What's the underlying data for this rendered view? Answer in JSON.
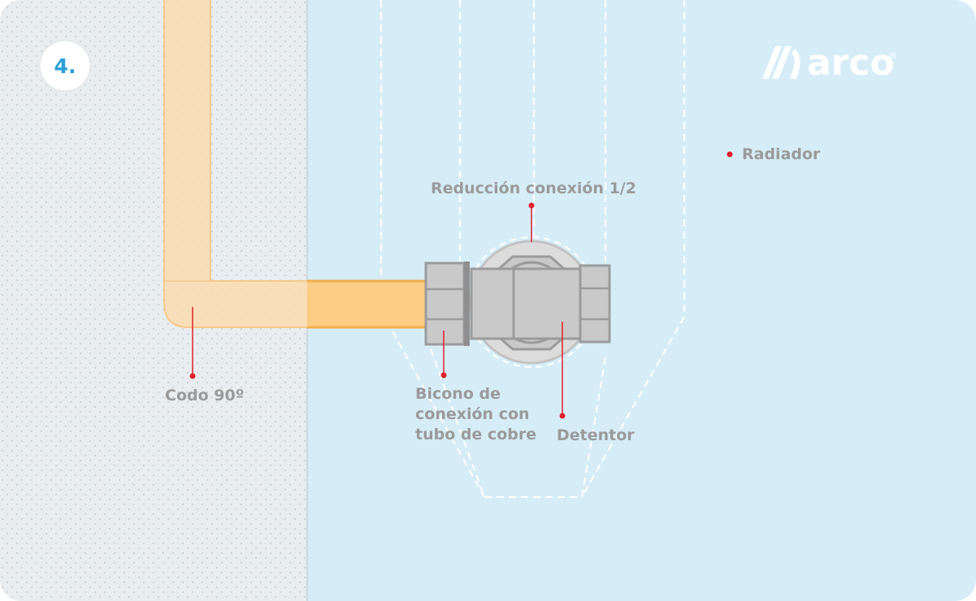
{
  "step": {
    "number": "4."
  },
  "brand": {
    "name": "arco",
    "mark": "®"
  },
  "labels": {
    "radiator": "Radiador",
    "reduction": "Reducción conexión 1/2",
    "elbow": "Codo 90º",
    "bicone_line1": "Bicono de",
    "bicone_line2": "conexión con",
    "bicone_line3": "tubo de cobre",
    "lockshield": "Detentor"
  },
  "colors": {
    "wall": "#e9edef",
    "wall_dots": "#c9d2d6",
    "radiator_zone": "#d6edf8",
    "pipe": "#fccd85",
    "pipe_edge": "#f3ad4a",
    "pipe_hidden": "#fbdcaf",
    "fitting": "#c9c9c9",
    "fitting_dark": "#8f8f8f",
    "leader": "#e0202b",
    "label_text": "#9a9a9a",
    "step_number": "#2a9fd8"
  }
}
